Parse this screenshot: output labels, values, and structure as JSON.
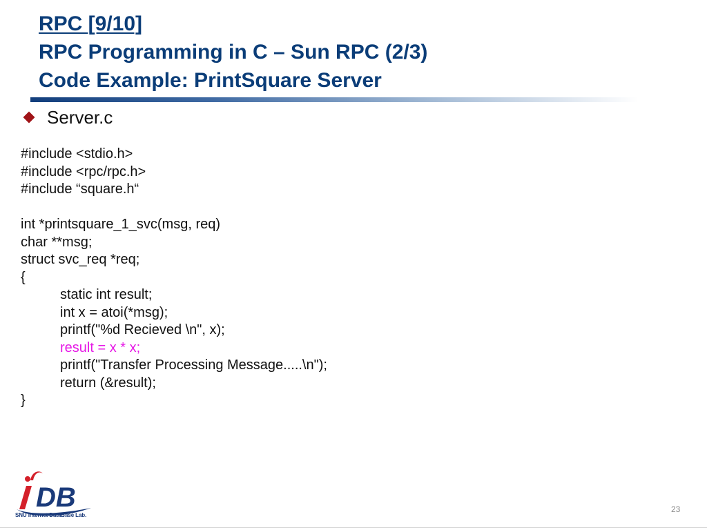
{
  "header": {
    "titles": [
      "RPC [9/10]",
      "RPC Programming in C – Sun RPC (2/3)",
      "Code Example: PrintSquare Server"
    ]
  },
  "bullet": {
    "text": "Server.c",
    "icon": "diamond-bullet-icon",
    "color": "#a01418"
  },
  "code": {
    "lines": [
      "#include <stdio.h>",
      "#include <rpc/rpc.h>",
      "#include “square.h“",
      "",
      "int *printsquare_1_svc(msg, req)",
      "char **msg;",
      "struct svc_req *req;",
      "{",
      "static int result;",
      "int x = atoi(*msg);",
      "printf(\"%d Recieved \\n\", x);",
      "result = x * x;",
      "printf(\"Transfer Processing Message.....\\n\");",
      "return (&result);",
      "}"
    ],
    "highlight_color": "#e619e6"
  },
  "logo": {
    "mark": "DB",
    "caption": "SNU Internet DataBase Lab."
  },
  "footer": {
    "page_number": "23"
  },
  "colors": {
    "title": "#0b3d78",
    "text": "#111111"
  }
}
